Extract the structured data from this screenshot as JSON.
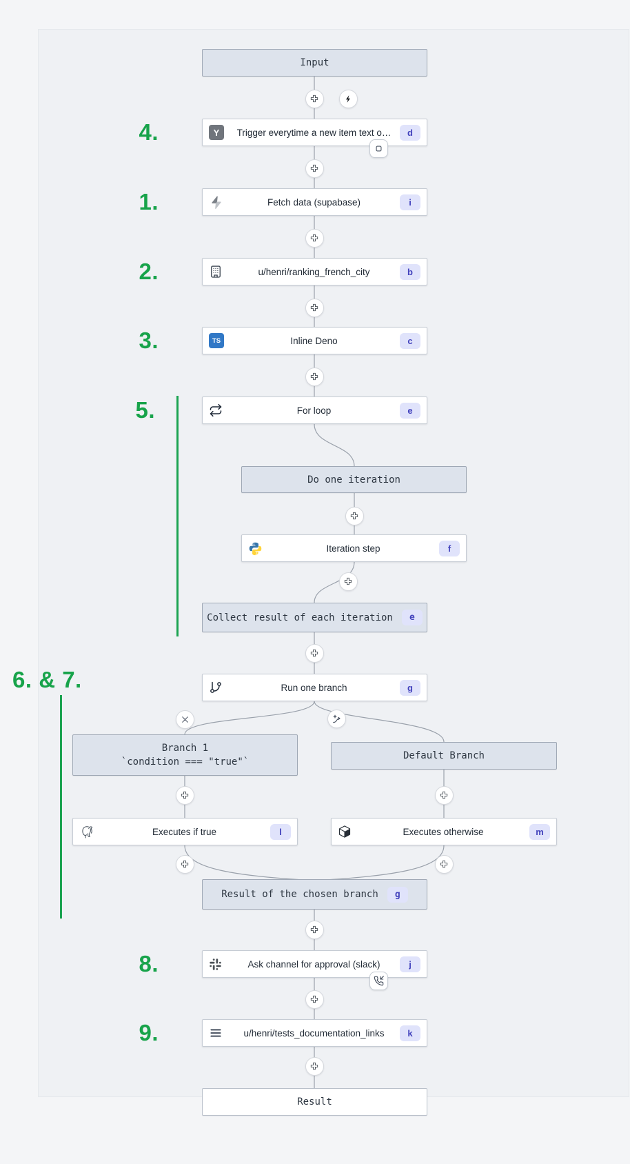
{
  "flow": {
    "input_label": "Input",
    "result_label": "Result"
  },
  "annotations": {
    "s1": "1.",
    "s2": "2.",
    "s3": "3.",
    "s4": "4.",
    "s5": "5.",
    "s67": "6. & 7.",
    "s8": "8.",
    "s9": "9."
  },
  "steps": {
    "trigger": {
      "label": "Trigger everytime a new item text o…",
      "badge": "d",
      "icon": "hackernews-icon",
      "icon_text": "Y"
    },
    "fetch_data": {
      "label": "Fetch data (supabase)",
      "badge": "i",
      "icon": "supabase-bolt-icon"
    },
    "ranking": {
      "label": "u/henri/ranking_french_city",
      "badge": "b",
      "icon": "building-icon"
    },
    "inline_deno": {
      "label": "Inline Deno",
      "badge": "c",
      "icon": "typescript-icon",
      "icon_text": "TS"
    },
    "for_loop": {
      "label": "For loop",
      "badge": "e",
      "icon": "repeat-icon"
    },
    "iteration_step": {
      "label": "Iteration step",
      "badge": "f",
      "icon": "python-icon"
    },
    "run_one_branch": {
      "label": "Run one branch",
      "badge": "g",
      "icon": "git-branch-icon"
    },
    "executes_if_true": {
      "label": "Executes if true",
      "badge": "l",
      "icon": "postgresql-icon"
    },
    "executes_otherwise": {
      "label": "Executes otherwise",
      "badge": "m",
      "icon": "cube-icon"
    },
    "ask_approval": {
      "label": "Ask channel for approval (slack)",
      "badge": "j",
      "icon": "slack-icon"
    },
    "tests_documentation": {
      "label": "u/henri/tests_documentation_links",
      "badge": "k",
      "icon": "menu-icon"
    }
  },
  "group_nodes": {
    "do_one_iteration": {
      "label": "Do one iteration"
    },
    "collect_result": {
      "label": "Collect result of each iteration",
      "badge": "e"
    },
    "branch_1": {
      "title": "Branch 1",
      "condition": "`condition === \"true\"`"
    },
    "default_branch": {
      "label": "Default Branch"
    },
    "chosen_branch_result": {
      "label": "Result of the chosen branch",
      "badge": "g"
    }
  },
  "colors": {
    "annotation_green": "#17a34a",
    "badge_bg": "#e0e3fb",
    "badge_text": "#4343bd",
    "group_box_bg": "#dde3ec"
  }
}
